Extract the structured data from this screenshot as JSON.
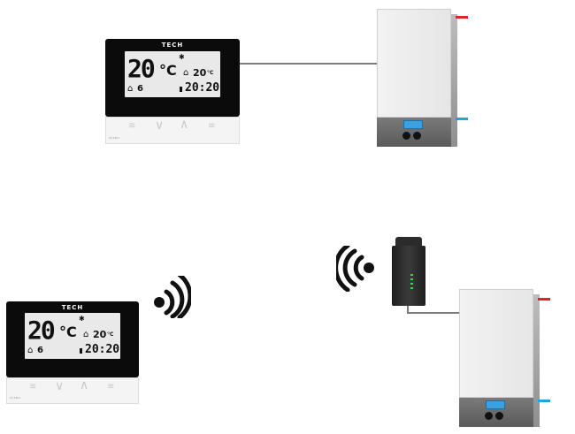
{
  "thermostats": [
    {
      "brand": "TECH",
      "temperature": "20",
      "unit": "°C",
      "small_temp": "20",
      "small_unit": "°C",
      "zone": "6",
      "time": "20:20",
      "model": "ST-2801"
    },
    {
      "brand": "TECH",
      "temperature": "20",
      "unit": "°C",
      "small_temp": "20",
      "small_unit": "°C",
      "zone": "6",
      "time": "20:20",
      "model": "ST-2801"
    }
  ],
  "colors": {
    "hot_pipe": "#e0232a",
    "cold_pipe": "#1aa7e0",
    "display": "#3aa0e0",
    "wire": "#7c7c7c"
  },
  "icons": [
    "wireless-signal-icon",
    "wireless-signal-icon"
  ]
}
